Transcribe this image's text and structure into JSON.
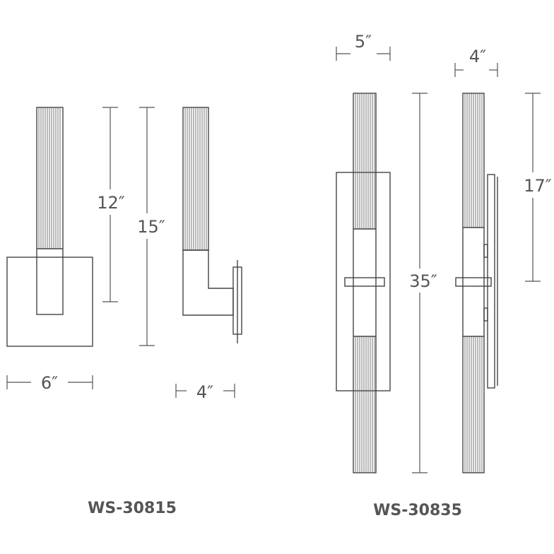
{
  "diagram": {
    "models": [
      {
        "id": "ws-30815",
        "label": "WS-30815",
        "dimensions": {
          "width": "6″",
          "extension": "4″",
          "glass_height": "12″",
          "overall_height": "15″"
        }
      },
      {
        "id": "ws-30835",
        "label": "WS-30835",
        "dimensions": {
          "width": "5″",
          "extension": "4″",
          "overall_height": "35″",
          "half_height": "17″"
        }
      }
    ],
    "colors": {
      "line": "#444444",
      "dimension": "#555555",
      "background": "#ffffff"
    }
  }
}
